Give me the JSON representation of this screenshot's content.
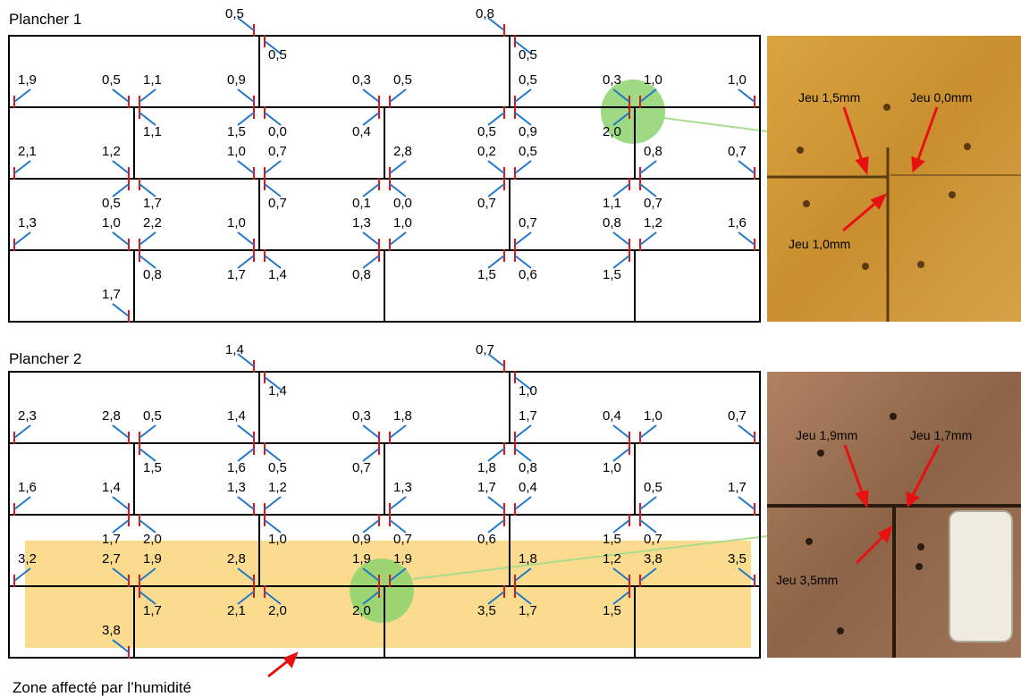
{
  "title1": "Plancher 1",
  "title2": "Plancher 2",
  "humidity_label": "Zone affecté par l’humidité",
  "colors": {
    "grid": "#000000",
    "red_mark": "#e81010",
    "blue_mark": "#1f77c8",
    "humid_zone": "#fbdc8f",
    "highlight": "#8dd36f",
    "arrow": "#e81010"
  },
  "photo1": {
    "callout_left": "Jeu 1,5mm",
    "callout_right": "Jeu 0,0mm",
    "callout_bottom": "Jeu 1,0mm"
  },
  "photo2": {
    "callout_left": "Jeu 1,9mm",
    "callout_right": "Jeu 1,7mm",
    "callout_bottom": "Jeu 3,5mm"
  },
  "plancher1_values": [
    "0,5",
    "0,5",
    "0,8",
    "0,5",
    "1,9",
    "0,5",
    "1,1",
    "1,1",
    "0,9",
    "1,5",
    "0,0",
    "0,3",
    "0,5",
    "0,4",
    "0,5",
    "0,5",
    "0,9",
    "0,3",
    "1,0",
    "2,0",
    "1,0",
    "2,1",
    "1,2",
    "0,5",
    "1,7",
    "1,0",
    "0,7",
    "0,7",
    "2,8",
    "0,1",
    "0,0",
    "0,2",
    "0,7",
    "0,5",
    "0,8",
    "1,1",
    "0,7",
    "0,7",
    "1,3",
    "1,0",
    "2,2",
    "0,8",
    "1,0",
    "1,7",
    "1,4",
    "1,3",
    "1,0",
    "0,8",
    "0,7",
    "1,5",
    "0,6",
    "0,8",
    "1,2",
    "1,5",
    "1,6",
    "1,7"
  ],
  "plancher2_values": [
    "1,4",
    "1,4",
    "0,7",
    "1,0",
    "2,3",
    "2,8",
    "0,5",
    "1,5",
    "1,4",
    "1,6",
    "0,5",
    "0,3",
    "1,8",
    "0,7",
    "1,7",
    "1,8",
    "0,8",
    "0,4",
    "1,0",
    "1,0",
    "0,7",
    "1,6",
    "1,4",
    "1,7",
    "2,0",
    "1,3",
    "1,2",
    "1,0",
    "1,3",
    "0,9",
    "0,7",
    "1,7",
    "0,6",
    "0,4",
    "0,5",
    "1,5",
    "0,7",
    "1,7",
    "3,2",
    "2,7",
    "1,9",
    "1,7",
    "2,8",
    "2,1",
    "2,0",
    "1,9",
    "1,9",
    "2,0",
    "1,8",
    "3,5",
    "1,7",
    "1,2",
    "3,8",
    "1,5",
    "3,5",
    "3,8"
  ]
}
